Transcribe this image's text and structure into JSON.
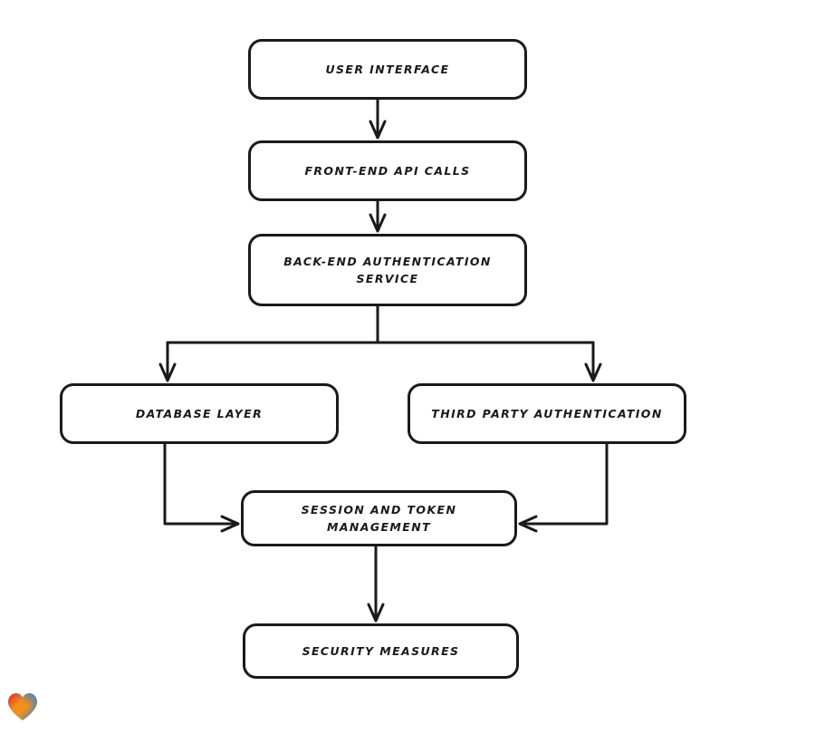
{
  "diagram": {
    "type": "flowchart",
    "style": "hand-drawn",
    "background_color": "#ffffff",
    "stroke_color": "#1a1a1a",
    "nodes": [
      {
        "id": "user-interface",
        "label": "User Interface"
      },
      {
        "id": "frontend-api",
        "label": "Front-End API Calls"
      },
      {
        "id": "backend-auth",
        "label": "Back-End Authentication\nService"
      },
      {
        "id": "database-layer",
        "label": "Database Layer"
      },
      {
        "id": "third-party-auth",
        "label": "Third Party Authentication"
      },
      {
        "id": "session-token",
        "label": "Session and Token\nManagement"
      },
      {
        "id": "security-measures",
        "label": "Security Measures"
      }
    ],
    "edges": [
      {
        "from": "user-interface",
        "to": "frontend-api",
        "direction": "down"
      },
      {
        "from": "frontend-api",
        "to": "backend-auth",
        "direction": "down"
      },
      {
        "from": "backend-auth",
        "to": "database-layer",
        "direction": "down-left-branch"
      },
      {
        "from": "backend-auth",
        "to": "third-party-auth",
        "direction": "down-right-branch"
      },
      {
        "from": "database-layer",
        "to": "session-token",
        "direction": "down-then-right"
      },
      {
        "from": "third-party-auth",
        "to": "session-token",
        "direction": "down-then-left"
      },
      {
        "from": "session-token",
        "to": "security-measures",
        "direction": "down"
      }
    ]
  },
  "brand": {
    "logo_name": "heart-logo",
    "gradient_start": "#e01b24",
    "gradient_mid": "#f28c1e",
    "gradient_end": "#2a7fe0"
  }
}
